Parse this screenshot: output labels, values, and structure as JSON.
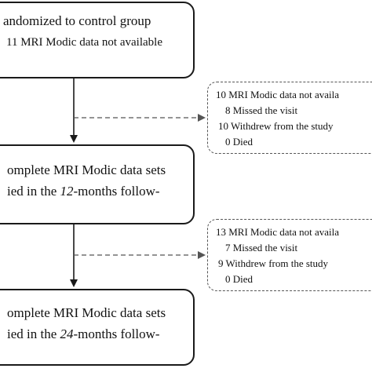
{
  "flow": {
    "box1": {
      "line1": "andomized to control group",
      "line2": "11 MRI Modic data not available"
    },
    "side1": {
      "line1": "10 MRI Modic data not availa",
      "line2": "8 Missed the visit",
      "line3": "10 Withdrew from the study",
      "line4": "0 Died"
    },
    "box2": {
      "line1": "omplete MRI Modic data sets",
      "line2_a": "ied in the ",
      "line2_italic": "12",
      "line2_b": "-months follow-"
    },
    "side2": {
      "line1": "13 MRI Modic data not availa",
      "line2": "7 Missed the visit",
      "line3": "9 Withdrew from the study",
      "line4": "0 Died"
    },
    "box3": {
      "line1": "omplete MRI Modic data sets",
      "line2_a": "ied in the ",
      "line2_italic": "24",
      "line2_b": "-months follow-"
    }
  }
}
